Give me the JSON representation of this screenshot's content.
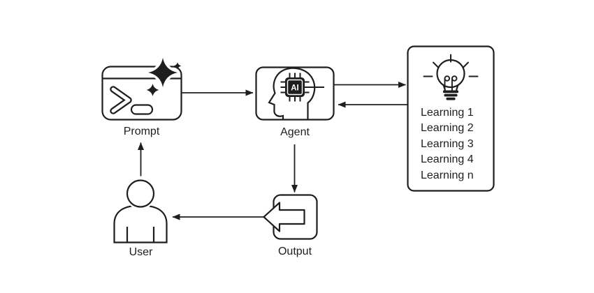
{
  "colors": {
    "background": "#ffffff",
    "stroke": "#1e1e1e",
    "chip_fill": "#1e1e1e",
    "chip_text": "#ffffff"
  },
  "nodes": {
    "prompt": {
      "label": "Prompt",
      "icon": "terminal-sparkle-icon"
    },
    "agent": {
      "label": "Agent",
      "icon": "head-ai-chip-icon",
      "chip_label": "AI"
    },
    "learning": {
      "icon": "lightbulb-icon",
      "items": [
        "Learning 1",
        "Learning 2",
        "Learning 3",
        "Learning 4",
        "Learning n"
      ]
    },
    "output": {
      "label": "Output",
      "icon": "arrow-left-box-icon"
    },
    "user": {
      "label": "User",
      "icon": "person-icon"
    }
  },
  "flows": [
    {
      "from": "prompt",
      "to": "agent"
    },
    {
      "from": "agent",
      "to": "learning"
    },
    {
      "from": "learning",
      "to": "agent"
    },
    {
      "from": "agent",
      "to": "output"
    },
    {
      "from": "output",
      "to": "user"
    },
    {
      "from": "user",
      "to": "prompt"
    }
  ]
}
